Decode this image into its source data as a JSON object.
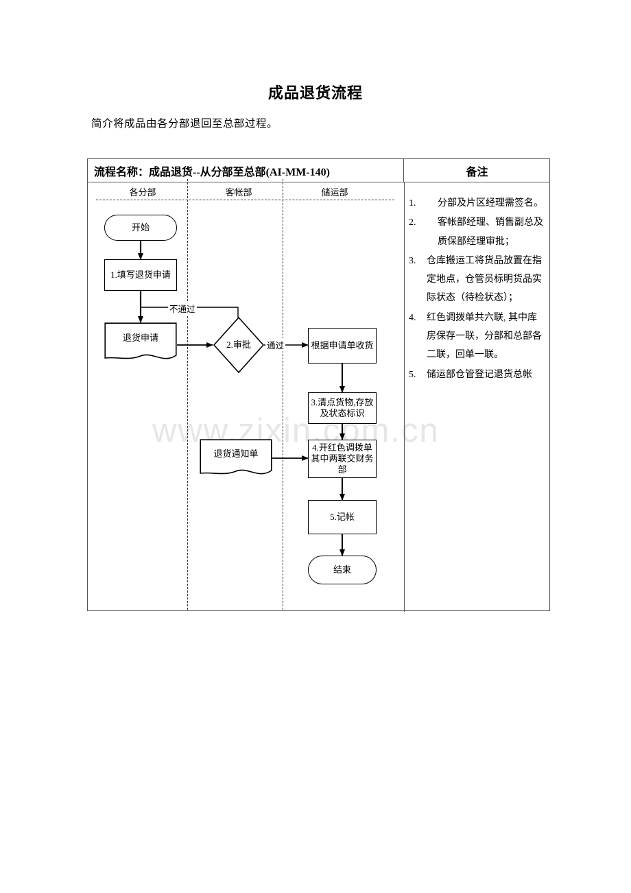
{
  "document": {
    "title": "成品退货流程",
    "intro": "简介将成品由各分部退回至总部过程。",
    "watermark": "www.zixin.com.cn"
  },
  "table": {
    "header": {
      "process_name": "流程名称：成品退货--从分部至总部(AI-MM-140)",
      "remark_column": "备注"
    }
  },
  "swimlanes": [
    {
      "label": "各分部"
    },
    {
      "label": "客帐部"
    },
    {
      "label": "储运部"
    }
  ],
  "flow": {
    "nodes": [
      {
        "id": "start",
        "type": "terminator",
        "lane": 0,
        "label": "开始"
      },
      {
        "id": "step1",
        "type": "process",
        "lane": 0,
        "label": "1.填写退货申请"
      },
      {
        "id": "doc1",
        "type": "document",
        "lane": 0,
        "label": "退货申请"
      },
      {
        "id": "decision2",
        "type": "decision",
        "lane": 1,
        "label": "2.审批"
      },
      {
        "id": "recv",
        "type": "process",
        "lane": 2,
        "label": "根据申请单收货"
      },
      {
        "id": "step3",
        "type": "process",
        "lane": 2,
        "label": "3.清点货物,存放及状态标识"
      },
      {
        "id": "doc2",
        "type": "document",
        "lane": 1,
        "label": "退货通知单"
      },
      {
        "id": "step4",
        "type": "process",
        "lane": 2,
        "label": "4.开红色调拨单其中两联交财务部"
      },
      {
        "id": "step5",
        "type": "process",
        "lane": 2,
        "label": "5.记帐"
      },
      {
        "id": "end",
        "type": "terminator",
        "lane": 2,
        "label": "结束"
      }
    ],
    "edge_labels": {
      "reject": "不通过",
      "approve": "通过"
    }
  },
  "remarks": [
    {
      "num": "1.",
      "text": "分部及片区经理需签名。",
      "indented": true
    },
    {
      "num": "2.",
      "text": "客帐部经理、销售副总及质保部经理审批；",
      "indented": true
    },
    {
      "num": "3.",
      "text": "仓库搬运工将货品放置在指定地点，仓管员标明货品实际状态（待检状态）；",
      "indented": false
    },
    {
      "num": "4.",
      "text": "红色调拨单共六联, 其中库房保存一联，分部和总部各二联，回单一联。",
      "indented": false
    },
    {
      "num": "5.",
      "text": "储运部仓管登记退货总帐",
      "indented": false
    }
  ]
}
